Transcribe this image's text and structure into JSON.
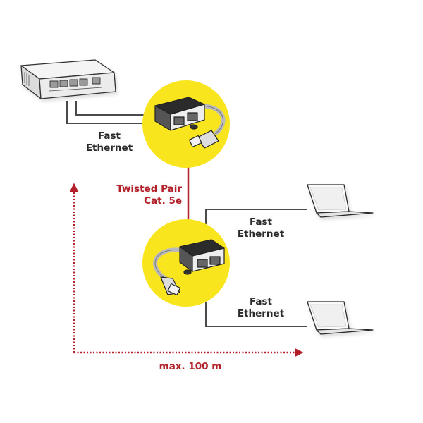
{
  "diagram": {
    "title": "Ethernet cable sharer network diagram",
    "colors": {
      "accent_yellow": "#F9E51E",
      "accent_red": "#B3202A",
      "cable_gray": "#4a4a4a",
      "text_dark": "#2a2a2a"
    },
    "nodes": [
      {
        "id": "switch",
        "icon": "network-switch-icon",
        "ports": 5
      },
      {
        "id": "splitter-top",
        "icon": "cable-sharer-icon"
      },
      {
        "id": "splitter-bottom",
        "icon": "cable-sharer-icon"
      },
      {
        "id": "laptop-1",
        "icon": "laptop-icon"
      },
      {
        "id": "laptop-2",
        "icon": "laptop-icon"
      }
    ],
    "links": [
      {
        "from": "switch",
        "to": "splitter-top",
        "label_line1": "Fast",
        "label_line2": "Ethernet"
      },
      {
        "from": "splitter-top",
        "to": "splitter-bottom",
        "label_line1": "Twisted Pair",
        "label_line2": "Cat. 5e"
      },
      {
        "from": "splitter-bottom",
        "to": "laptop-1",
        "label_line1": "Fast",
        "label_line2": "Ethernet"
      },
      {
        "from": "splitter-bottom",
        "to": "laptop-2",
        "label_line1": "Fast",
        "label_line2": "Ethernet"
      }
    ],
    "distance": {
      "label": "max. 100 m"
    }
  }
}
